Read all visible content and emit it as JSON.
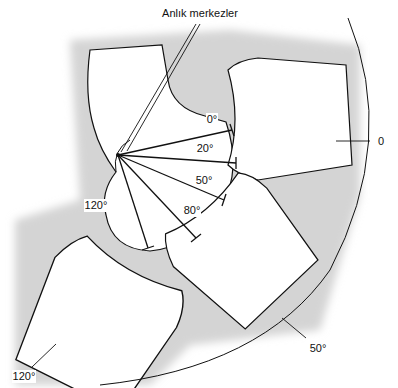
{
  "diagram": {
    "labels": [
      "Anlık merkezler",
      "0°",
      "20°",
      "50°",
      "80°",
      "120°",
      "0",
      "50°",
      "120°"
    ]
  }
}
